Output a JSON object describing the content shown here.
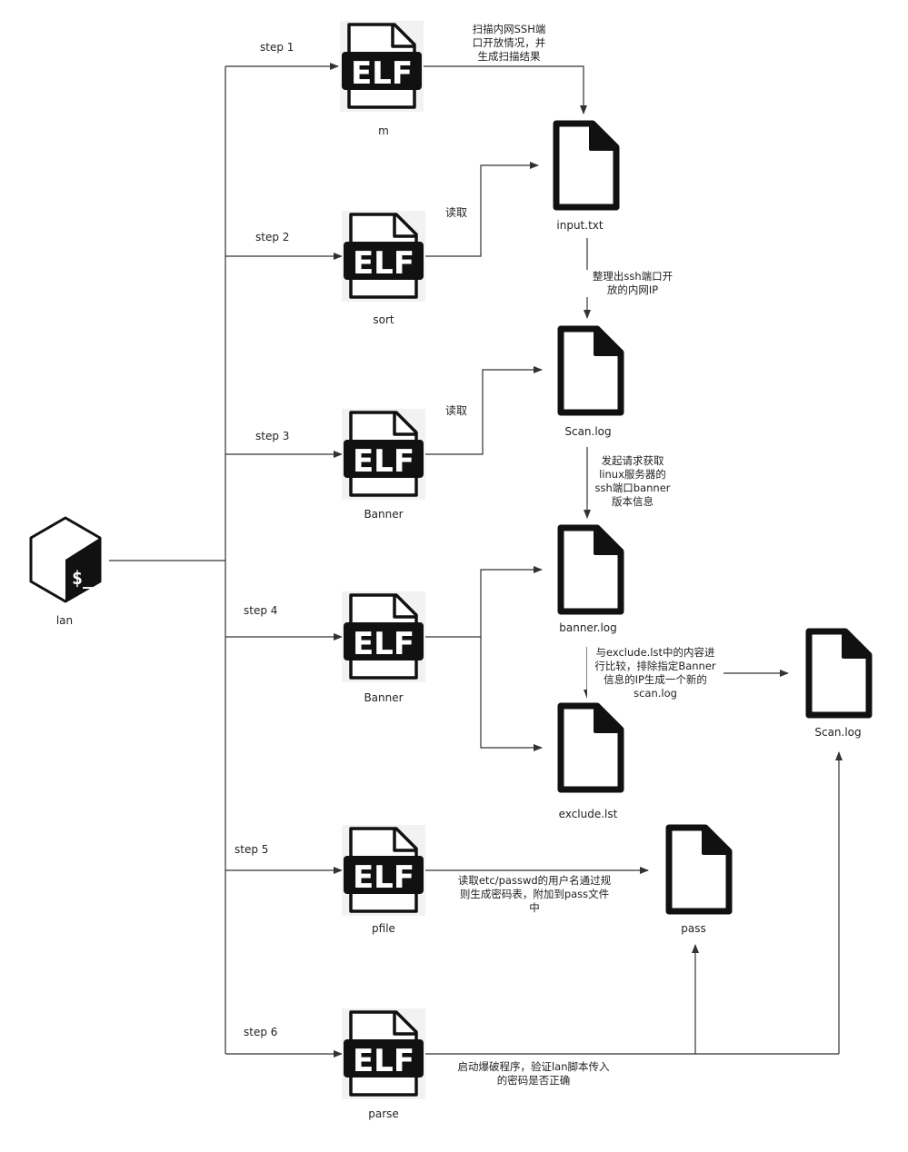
{
  "nodes": {
    "lan": "lan",
    "m": "m",
    "sort": "sort",
    "banner1": "Banner",
    "banner2": "Banner",
    "pfile": "pfile",
    "parse": "parse",
    "input": "input.txt",
    "scan": "Scan.log",
    "bannerlog": "banner.log",
    "exclude": "exclude.lst",
    "scan2": "Scan.log",
    "pass": "pass"
  },
  "steps": [
    "step 1",
    "step 2",
    "step 3",
    "step 4",
    "step 5",
    "step 6"
  ],
  "icons": {
    "elf_text": "ELF",
    "bash_text": "$_"
  },
  "notes": {
    "scan_ssh": [
      "扫描内网SSH端",
      "口开放情况，并",
      "生成扫描结果"
    ],
    "read1": "读取",
    "read2": "读取",
    "sort_ip": [
      "整理出ssh端口开",
      "放的内网IP"
    ],
    "get_banner": [
      "发起请求获取",
      "linux服务器的",
      "ssh端口banner",
      "版本信息"
    ],
    "compare": [
      "与exclude.lst中的内容进",
      "行比较，排除指定Banner",
      "信息的IP生成一个新的",
      "scan.log"
    ],
    "gen_pass": [
      "读取etc/passwd的用户名通过规",
      "则生成密码表，附加到pass文件",
      "中"
    ],
    "brute": [
      "启动爆破程序，验证lan脚本传入",
      "的密码是否正确"
    ]
  }
}
